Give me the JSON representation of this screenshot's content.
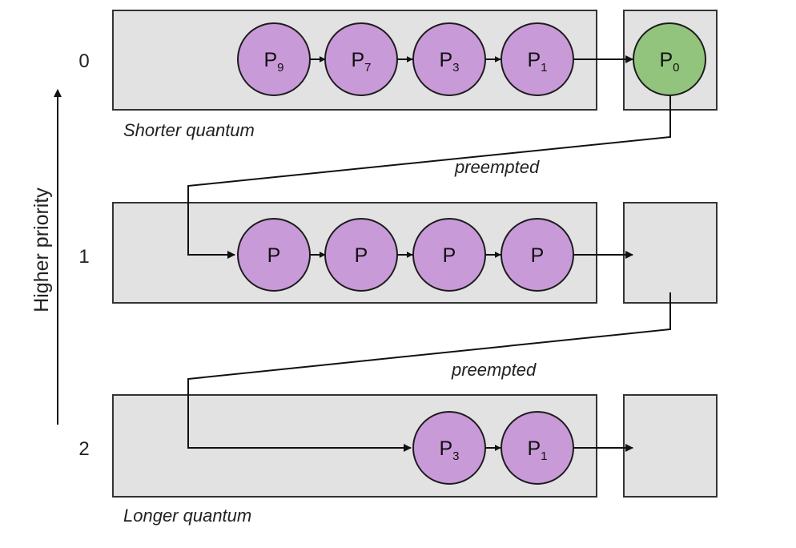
{
  "axis": {
    "label": "Higher priority"
  },
  "colors": {
    "queue_fill": "#e2e2e2",
    "process_fill": "#c99ad8",
    "running_fill": "#92c47d",
    "line": "#111111"
  },
  "levels": [
    {
      "number": "0",
      "caption": "Shorter quantum",
      "queue": [
        {
          "name": "P",
          "sub": "9"
        },
        {
          "name": "P",
          "sub": "7"
        },
        {
          "name": "P",
          "sub": "3"
        },
        {
          "name": "P",
          "sub": "1"
        }
      ],
      "running": {
        "name": "P",
        "sub": "0"
      }
    },
    {
      "number": "1",
      "caption": "",
      "queue": [
        {
          "name": "P",
          "sub": ""
        },
        {
          "name": "P",
          "sub": ""
        },
        {
          "name": "P",
          "sub": ""
        },
        {
          "name": "P",
          "sub": ""
        }
      ],
      "running": null
    },
    {
      "number": "2",
      "caption": "Longer quantum",
      "queue": [
        {
          "name": "P",
          "sub": "3"
        },
        {
          "name": "P",
          "sub": "1"
        }
      ],
      "running": null
    }
  ],
  "transitions": [
    {
      "label": "preempted",
      "from_level": "0",
      "to_level": "1"
    },
    {
      "label": "preempted",
      "from_level": "1",
      "to_level": "2"
    }
  ]
}
